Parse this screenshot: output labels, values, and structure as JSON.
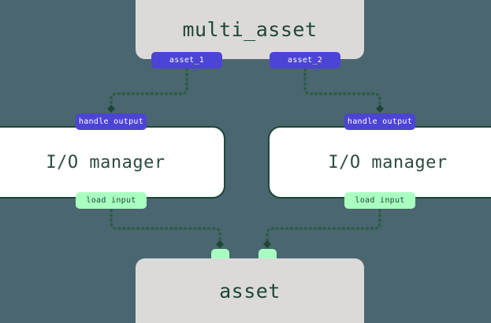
{
  "diagram": {
    "type": "asset-io-manager-graph",
    "background_color": "#4a6670",
    "node_fill_color": "#dcdad8",
    "iomanager_fill_color": "#ffffff",
    "iomanager_border_color": "#1e4637",
    "badge_output_color": "#4c44d4",
    "badge_input_color": "#a8ffc0",
    "edge_color": "#2e5c48",
    "text_color": "#1e4637"
  },
  "nodes": {
    "multi_asset": {
      "label": "multi_asset",
      "outputs": [
        {
          "label": "asset_1"
        },
        {
          "label": "asset_2"
        }
      ]
    },
    "io_manager_left": {
      "label": "I/O manager",
      "input_badge": "handle output",
      "output_badge": "load input"
    },
    "io_manager_right": {
      "label": "I/O manager",
      "input_badge": "handle output",
      "output_badge": "load input"
    },
    "asset": {
      "label": "asset",
      "inputs": [
        {
          "label": ""
        },
        {
          "label": ""
        }
      ]
    }
  },
  "edges": [
    {
      "from": "asset_1",
      "to": "handle-output-left"
    },
    {
      "from": "asset_2",
      "to": "handle-output-right"
    },
    {
      "from": "load-input-left",
      "to": "asset-input-1"
    },
    {
      "from": "load-input-right",
      "to": "asset-input-2"
    }
  ]
}
